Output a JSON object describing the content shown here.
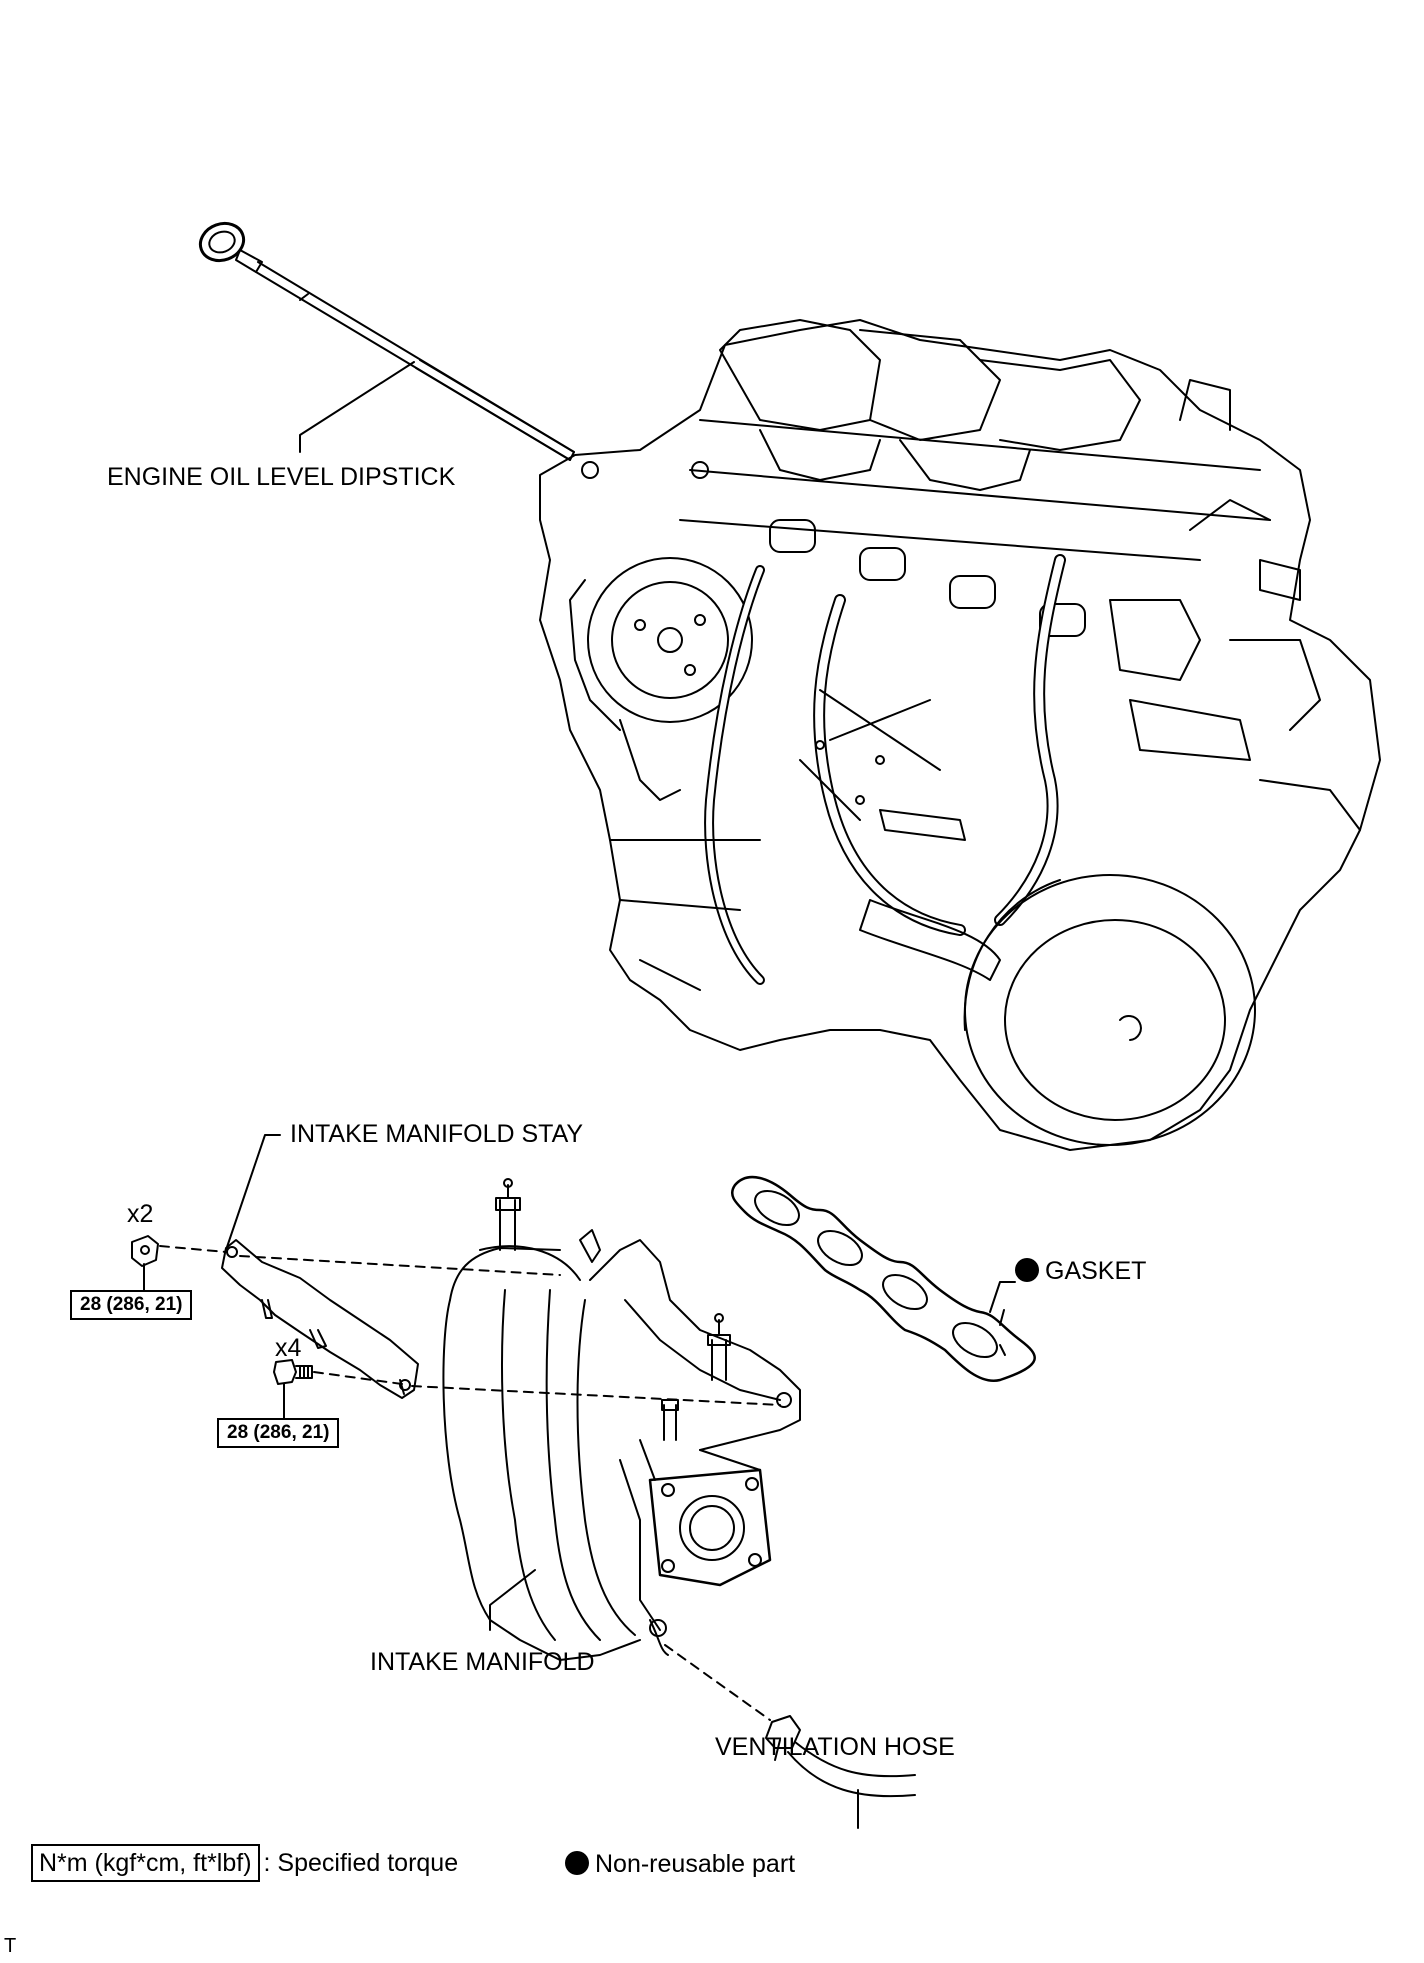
{
  "labels": {
    "dipstick": "ENGINE OIL LEVEL DIPSTICK",
    "stay": "INTAKE MANIFOLD STAY",
    "gasket": "GASKET",
    "manifold": "INTAKE MANIFOLD",
    "hose": "VENTILATION HOSE"
  },
  "fasteners": {
    "nut_qty": "x2",
    "nut_torque": "28 (286, 21)",
    "bolt_qty": "x4",
    "bolt_torque": "28 (286, 21)"
  },
  "legend": {
    "torque_unit": "N*m (kgf*cm, ft*lbf)",
    "torque_desc": ": Specified torque",
    "nonreusable": "Non-reusable part"
  },
  "footer": {
    "mark": "T"
  }
}
